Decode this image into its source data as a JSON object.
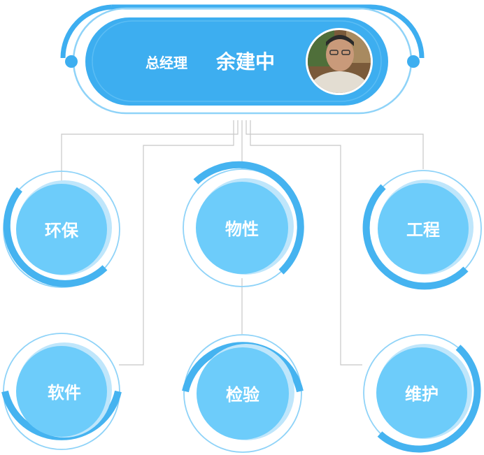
{
  "header": {
    "role": "总经理",
    "name": "余建中",
    "avatar_icon": "person-photo-icon"
  },
  "departments": [
    {
      "label": "环保"
    },
    {
      "label": "物性"
    },
    {
      "label": "工程"
    },
    {
      "label": "软件"
    },
    {
      "label": "检验"
    },
    {
      "label": "维护"
    }
  ],
  "colors": {
    "primary": "#3daef0",
    "inner_light": "#6dccfa",
    "ring": "#45b3f0",
    "ring_light": "#8fd3f8",
    "connector": "#c8c8c8"
  }
}
